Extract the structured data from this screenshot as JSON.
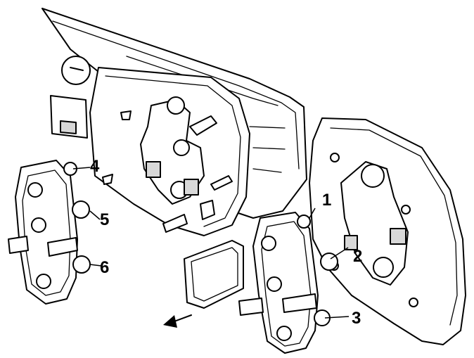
{
  "callouts": [
    {
      "id": "1",
      "label": "1"
    },
    {
      "id": "2",
      "label": "2"
    },
    {
      "id": "3",
      "label": "3"
    },
    {
      "id": "4",
      "label": "4"
    },
    {
      "id": "5",
      "label": "5"
    },
    {
      "id": "6",
      "label": "6"
    }
  ],
  "colors": {
    "line": "#000000",
    "background": "#ffffff",
    "shade": "#d8d8d8"
  }
}
